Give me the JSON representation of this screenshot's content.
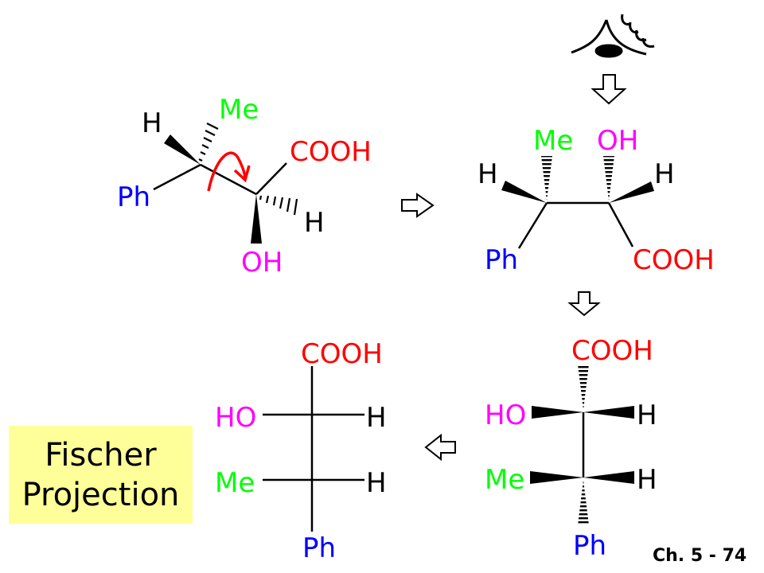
{
  "colors": {
    "black": "#000000",
    "red": "#ff0000",
    "green": "#00ff00",
    "blue": "#0000ff",
    "magenta": "#ff00ff",
    "caption_bg": "#ffff99"
  },
  "structures": {
    "sawhorse": {
      "h_top": "H",
      "me": "Me",
      "ph": "Ph",
      "cooh": "COOH",
      "h_right": "H",
      "oh": "OH"
    },
    "eclipsed": {
      "me": "Me",
      "oh": "OH",
      "h_left": "H",
      "h_right": "H",
      "ph": "Ph",
      "cooh": "COOH"
    },
    "wedge": {
      "cooh": "COOH",
      "ho": "HO",
      "h1": "H",
      "me": "Me",
      "h2": "H",
      "ph": "Ph"
    },
    "fischer": {
      "cooh": "COOH",
      "ho": "HO",
      "h1": "H",
      "me": "Me",
      "h2": "H",
      "ph": "Ph"
    }
  },
  "icons": [
    "eye-icon",
    "arrow-down-icon",
    "arrow-right-icon",
    "arrow-left-icon",
    "rotation-arrow-icon"
  ],
  "caption": {
    "line1": "Fischer",
    "line2": "Projection"
  },
  "slide_number": "Ch. 5 - 74"
}
